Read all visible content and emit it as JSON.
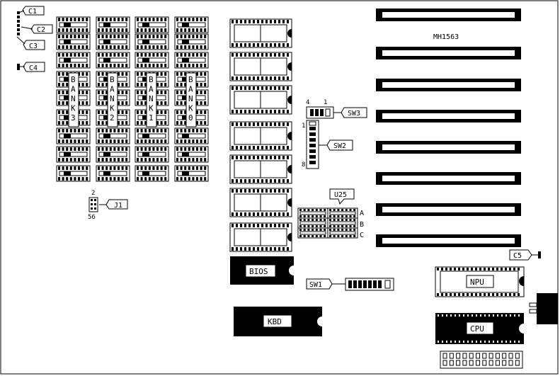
{
  "board": {
    "title": "MH1563",
    "banks": [
      "BANK3",
      "BANK2",
      "BANK1",
      "BANK0"
    ],
    "callouts": {
      "c1": "C1",
      "c2": "C2",
      "c3": "C3",
      "c4": "C4",
      "c5": "C5",
      "j1": "J1",
      "sw1": "SW1",
      "sw2": "SW2",
      "sw3": "SW3",
      "u25": "U25"
    },
    "chips": {
      "bios": "BIOS",
      "kbd": "KBD",
      "npu": "NPU",
      "cpu": "CPU"
    },
    "sw3_pins": {
      "left": "4",
      "right": "1"
    },
    "sw2_pins": {
      "top": "1",
      "bottom": "8"
    },
    "j1_pins": {
      "top": "2",
      "bottom": "56"
    },
    "u25_rows": [
      "A",
      "B",
      "C"
    ]
  },
  "colors": {
    "ink": "#000000",
    "paper": "#ffffff"
  }
}
